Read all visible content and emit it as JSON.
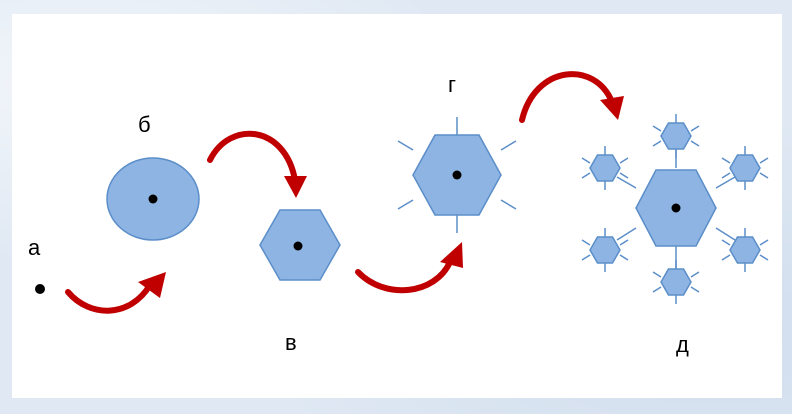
{
  "labels": {
    "a": "а",
    "b": "б",
    "v": "в",
    "g": "г",
    "d": "д"
  },
  "colors": {
    "shape_fill": "#8eb4e3",
    "shape_stroke": "#5b8ec9",
    "arrow": "#c00000",
    "background": "#dfe8f3"
  }
}
